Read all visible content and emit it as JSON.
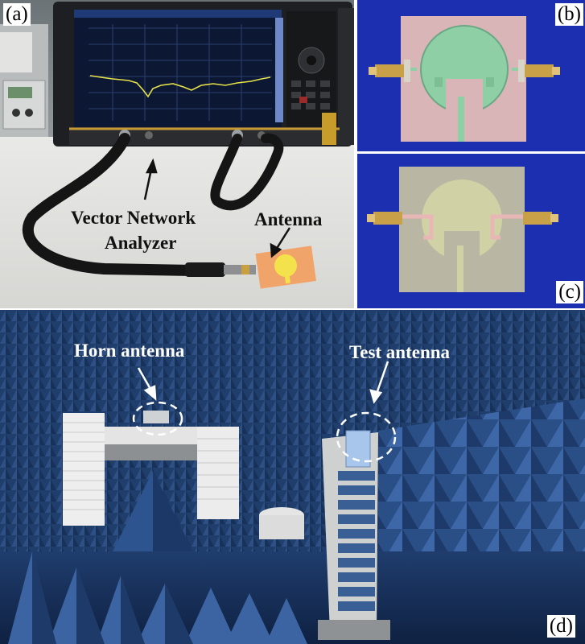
{
  "panels": {
    "a": {
      "label": "(a)",
      "annotations": {
        "vna_line1": "Vector Network",
        "vna_line2": "Analyzer",
        "antenna": "Antenna"
      }
    },
    "b": {
      "label": "(b)"
    },
    "c": {
      "label": "(c)"
    },
    "d": {
      "label": "(d)",
      "annotations": {
        "horn": "Horn antenna",
        "test": "Test antenna"
      }
    }
  },
  "colors": {
    "panel_bc_background": "#1c2fb0",
    "anechoic_absorber": "#2b4f86",
    "pcb_substrate": "#d9b5b8",
    "patch_green": "#8fcfa6",
    "trace_yellow": "#f2e640"
  }
}
